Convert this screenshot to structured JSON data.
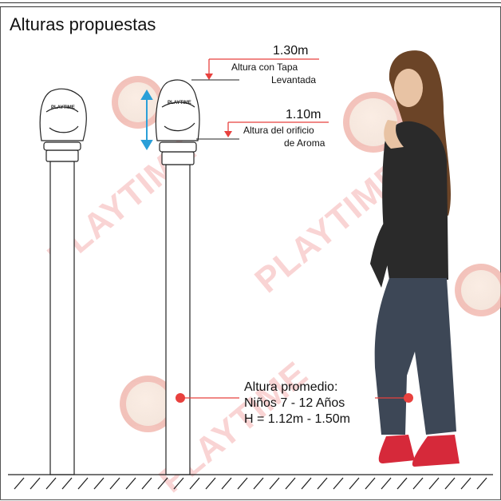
{
  "title": "Alturas propuestas",
  "height_high": {
    "value": "1.30m",
    "caption_line1": "Altura con Tapa",
    "caption_line2": "Levantada"
  },
  "height_low": {
    "value": "1.10m",
    "caption_line1": "Altura del orificio",
    "caption_line2": "de Aroma"
  },
  "child_height": {
    "line1": "Altura promedio:",
    "line2": "Niños 7 - 12 Años",
    "line3": "H = 1.12m - 1.50m"
  },
  "watermark_text": "PLAYTIME",
  "colors": {
    "accent_red": "#e8413e",
    "arrow_blue": "#2a9fd8",
    "line": "#222222"
  }
}
